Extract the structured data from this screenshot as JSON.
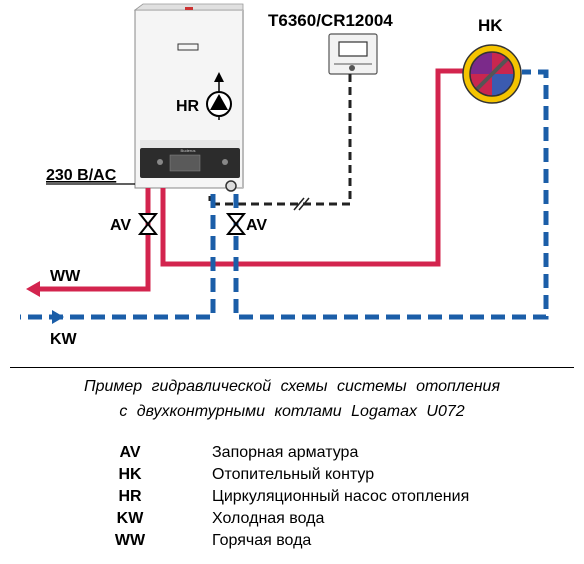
{
  "diagram": {
    "controller_label": "T6360/CR12004",
    "hk_label": "HK",
    "hr_label": "HR",
    "power_label": "230 B/AC",
    "av_left_label": "AV",
    "av_right_label": "AV",
    "ww_label": "WW",
    "kw_label": "KW",
    "colors": {
      "hot_pipe": "#d3244e",
      "cold_pipe": "#1b5ea8",
      "control_wire": "#222222",
      "boiler_body": "#f4f4f4",
      "boiler_panel": "#2a2a2a",
      "hk_ring": "#f5c400"
    }
  },
  "caption": {
    "line1": "Пример гидравлической схемы системы отопления",
    "line2": "с двухконтурными котлами Logamax U072"
  },
  "legend": [
    {
      "code": "AV",
      "text": "Запорная арматура"
    },
    {
      "code": "HK",
      "text": "Отопительный контур"
    },
    {
      "code": "HR",
      "text": "Циркуляционный насос отопления"
    },
    {
      "code": "KW",
      "text": "Холодная вода"
    },
    {
      "code": "WW",
      "text": "Горячая вода"
    }
  ]
}
